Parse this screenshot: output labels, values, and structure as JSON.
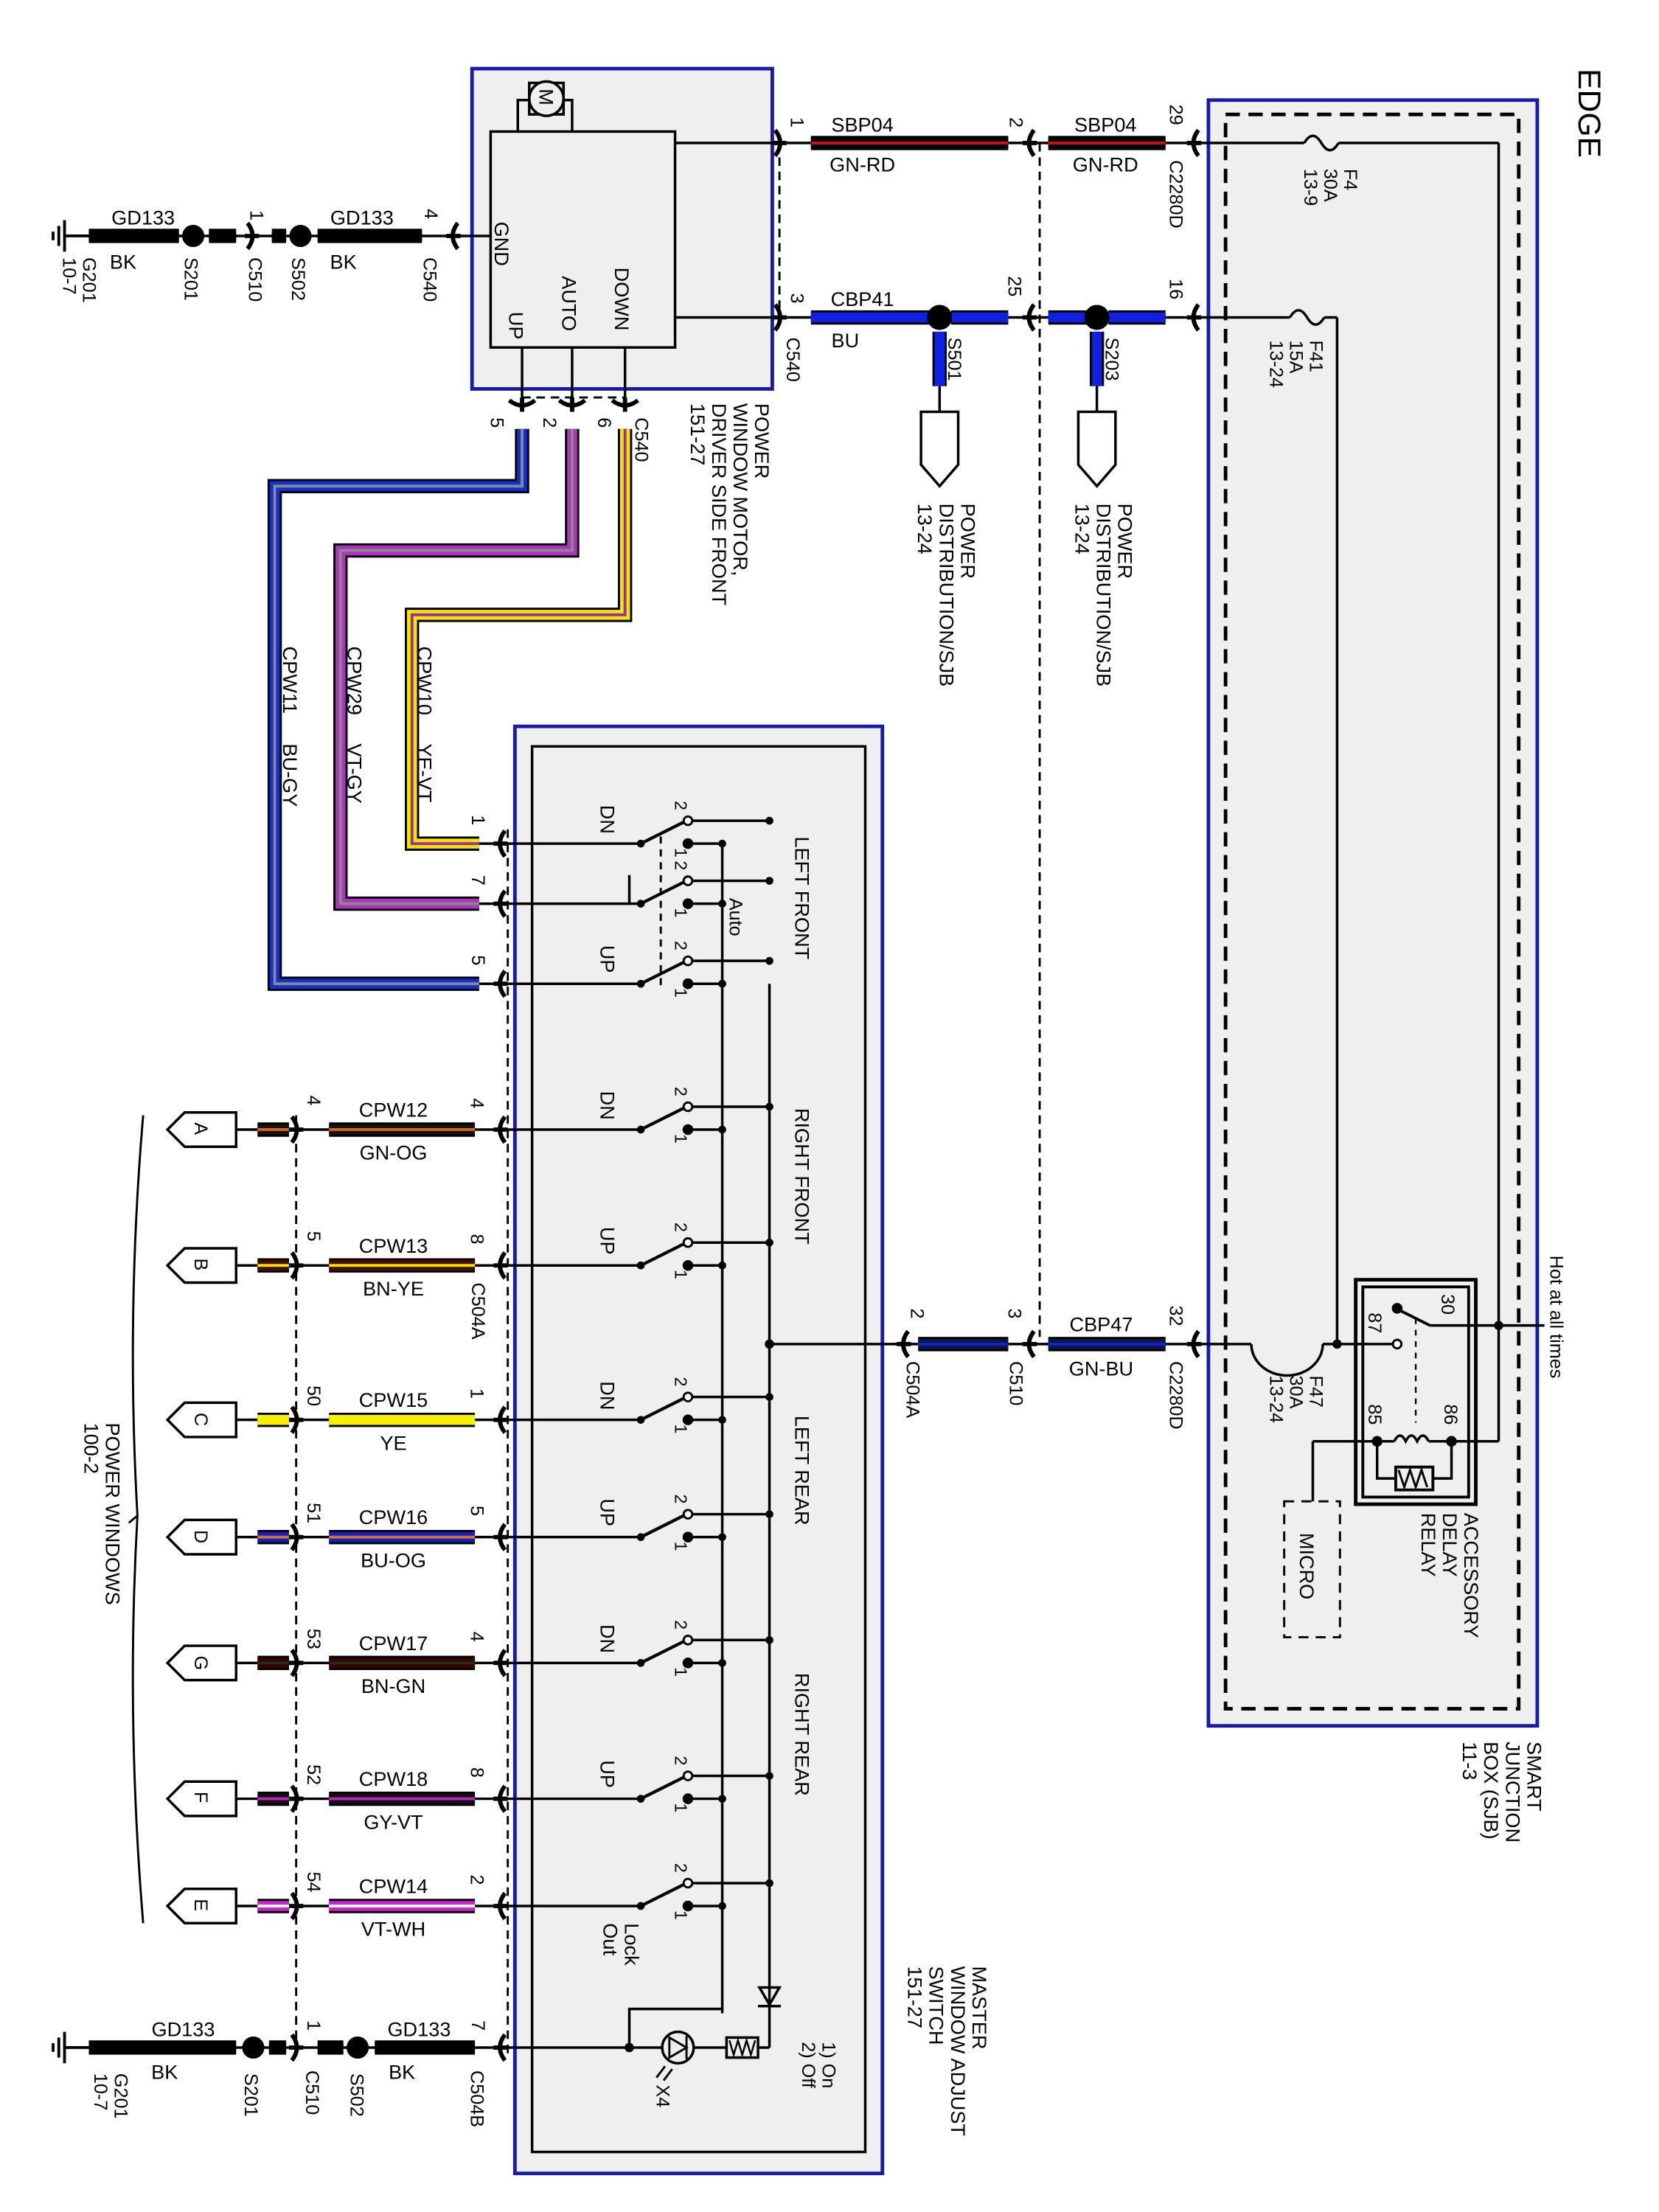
{
  "title": "EDGE",
  "motor": {
    "label_lines": [
      "POWER",
      "WINDOW MOTOR,",
      "DRIVER SIDE FRONT",
      "151-27"
    ],
    "symbol": "M",
    "pins": {
      "gnd": "GND",
      "up": "UP",
      "auto": "AUTO",
      "down": "DOWN"
    },
    "connector": "C540",
    "pin_numbers": {
      "gnd": "4",
      "pwr": "1",
      "batt": "3",
      "up": "5",
      "auto": "2",
      "down": "6"
    }
  },
  "sjb": {
    "label_lines": [
      "SMART",
      "JUNCTION",
      "BOX (SJB)",
      "11-3"
    ],
    "hot": "Hot at all times",
    "connector": "C2280D",
    "pins": {
      "sbp04": "29",
      "cbp41": "16",
      "cbp47": "32"
    },
    "fuses": [
      {
        "lines": [
          "F4",
          "30A",
          "13-9"
        ]
      },
      {
        "lines": [
          "F41",
          "15A",
          "13-24"
        ]
      },
      {
        "lines": [
          "F47",
          "30A",
          "13-24"
        ]
      }
    ],
    "relay": {
      "label_lines": [
        "ACCESSORY",
        "DELAY",
        "RELAY"
      ],
      "pins": {
        "p30": "30",
        "p87": "87",
        "p85": "85",
        "p86": "86"
      }
    },
    "micro": "MICRO"
  },
  "c510_top": {
    "connector": "C510",
    "pins": {
      "sbp04": "2",
      "cbp41": "25",
      "cbp47": "3"
    }
  },
  "c504a": {
    "connector": "C504A",
    "pin_cbp47": "2"
  },
  "splices": {
    "s501": "S501",
    "s203": "S203",
    "s201": "S201",
    "s502": "S502"
  },
  "ground": {
    "lines": [
      "G201",
      "10-7"
    ]
  },
  "power_distribution": [
    "POWER",
    "DISTRIBUTION/SJB",
    "13-24"
  ],
  "top_wires": {
    "gd133_a": {
      "circuit": "GD133",
      "color": "BK"
    },
    "gd133_b": {
      "circuit": "GD133",
      "color": "BK"
    },
    "sbp04_a": {
      "circuit": "SBP04",
      "color": "GN-RD"
    },
    "sbp04_b": {
      "circuit": "SBP04",
      "color": "GN-RD"
    },
    "cbp41": {
      "circuit": "CBP41",
      "color": "BU"
    },
    "cbp47": {
      "circuit": "CBP47",
      "color": "GN-BU"
    },
    "c510_gnd_pin": "1",
    "c510": "C510"
  },
  "motor_wires": [
    {
      "circuit": "CPW10",
      "color": "YE-VT",
      "base": "#f5e400",
      "stripe": "#9b30a0",
      "switch_pin": "1"
    },
    {
      "circuit": "CPW29",
      "color": "VT-GY",
      "base": "#b030c0",
      "stripe": "#888888",
      "switch_pin": "7"
    },
    {
      "circuit": "CPW11",
      "color": "BU-GY",
      "base": "#1030d0",
      "stripe": "#888888",
      "switch_pin": "5"
    }
  ],
  "master_switch": {
    "label_lines": [
      "MASTER",
      "WINDOW ADJUST",
      "SWITCH",
      "151-27"
    ],
    "sections": [
      "LEFT FRONT",
      "RIGHT FRONT",
      "LEFT REAR",
      "RIGHT REAR"
    ],
    "dn": "DN",
    "up": "UP",
    "auto": "Auto",
    "lockout": [
      "Lock",
      "Out"
    ],
    "contact_1": "1",
    "contact_2": "2",
    "led_states": [
      "1) On",
      "2) Off"
    ],
    "led": "X4",
    "connector_a": "C504A",
    "connector_b": "C504B"
  },
  "window_wires": [
    {
      "circuit": "CPW12",
      "color": "GN-OG",
      "base": "#101810",
      "stripe": "#e06020",
      "switch_pin": "4",
      "c510_pin": "4",
      "tag": "A"
    },
    {
      "circuit": "CPW13",
      "color": "BN-YE",
      "base": "#4a0c00",
      "stripe": "#f0e000",
      "switch_pin": "8",
      "c510_pin": "5",
      "tag": "B"
    },
    {
      "circuit": "CPW15",
      "color": "YE",
      "base": "#f5f000",
      "stripe": "#f5f000",
      "switch_pin": "1",
      "c510_pin": "50",
      "tag": "C"
    },
    {
      "circuit": "CPW16",
      "color": "BU-OG",
      "base": "#1020c8",
      "stripe": "#e07020",
      "switch_pin": "5",
      "c510_pin": "51",
      "tag": "D"
    },
    {
      "circuit": "CPW17",
      "color": "BN-GN",
      "base": "#3a0000",
      "stripe": "#1a3010",
      "switch_pin": "4",
      "c510_pin": "53",
      "tag": "G"
    },
    {
      "circuit": "CPW18",
      "color": "GY-VT",
      "base": "#101010",
      "stripe": "#c020c0",
      "switch_pin": "8",
      "c510_pin": "52",
      "tag": "F"
    },
    {
      "circuit": "CPW14",
      "color": "VT-WH",
      "base": "#d020d0",
      "stripe": "#ffffff",
      "switch_pin": "2",
      "c510_pin": "54",
      "tag": "E"
    }
  ],
  "bottom_ground": {
    "gd133_a": {
      "circuit": "GD133",
      "color": "BK"
    },
    "gd133_b": {
      "circuit": "GD133",
      "color": "BK"
    },
    "c510_pin": "1",
    "switch_pin": "7"
  },
  "power_windows": {
    "label_lines": [
      "POWER WINDOWS",
      "100-2"
    ]
  },
  "colors": {
    "box_border": "#1a1aa8",
    "box_fill": "#efefef",
    "sbp04_base": "#000000",
    "sbp04_stripe": "#d01010",
    "blue": "#1020e0",
    "black": "#000000"
  }
}
